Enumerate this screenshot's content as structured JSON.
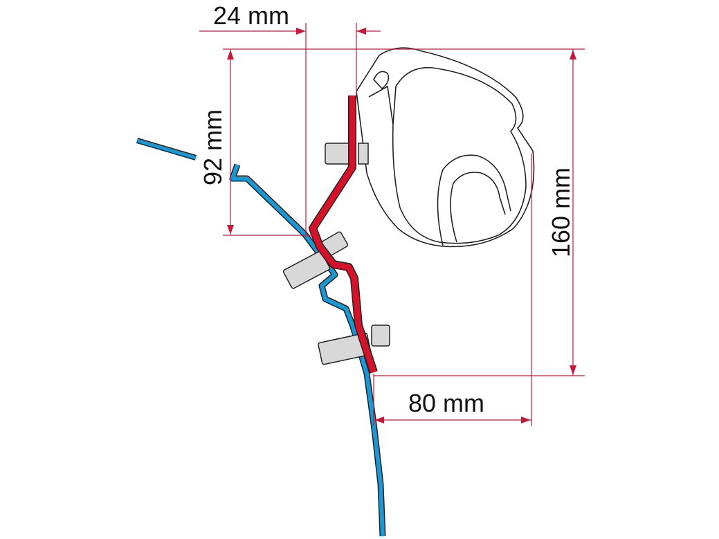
{
  "title": "Awning adapter mounting bracket dimension drawing",
  "dimensions": {
    "horizontal_offset": "24 mm",
    "bracket_height": "92 mm",
    "total_height": "160 mm",
    "depth": "80 mm"
  },
  "colors": {
    "bracket": "#d4122a",
    "vehicle_profile": "#1b97d3",
    "dimension_lines": "#c8183a"
  }
}
